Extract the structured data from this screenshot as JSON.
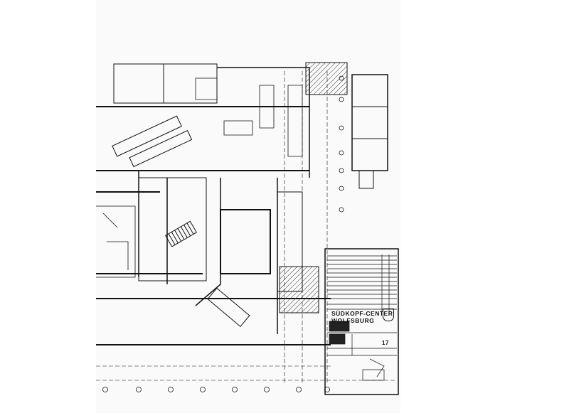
{
  "title_block": {
    "project_line1": "SÜDKOPF-CENTER",
    "project_line2": "WOLFSBURG",
    "sheet_number": "17"
  },
  "colors": {
    "ink": "#111111",
    "paper": "#fafafa"
  }
}
